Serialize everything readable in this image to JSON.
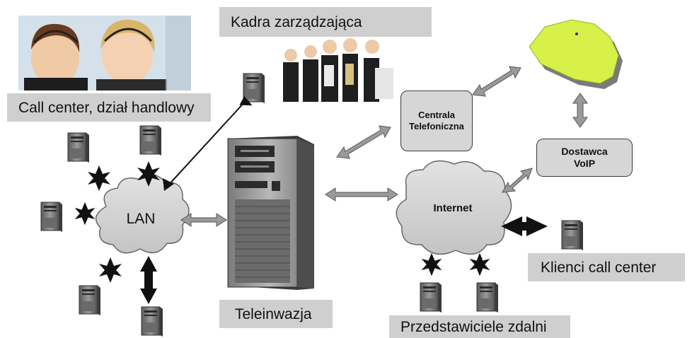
{
  "labels": {
    "kadra": "Kadra zarządzająca",
    "callcenter": "Call center, dział handlowy",
    "teleinwazja": "Teleinwazja",
    "klienci": "Klienci call center",
    "przedstawiciele": "Przedstawiciele zdalni"
  },
  "clouds": {
    "lan": "LAN",
    "internet": "Internet"
  },
  "nodes": {
    "centrala": "Centrala\nTelefoniczna",
    "dostawca": "Dostawca\nVoIP"
  },
  "colors": {
    "label_bg": "#cfcfcf",
    "cloud_fill": "#d4d4d4",
    "map_green": "#d7f04a",
    "arrow": "#9a9a9a"
  }
}
